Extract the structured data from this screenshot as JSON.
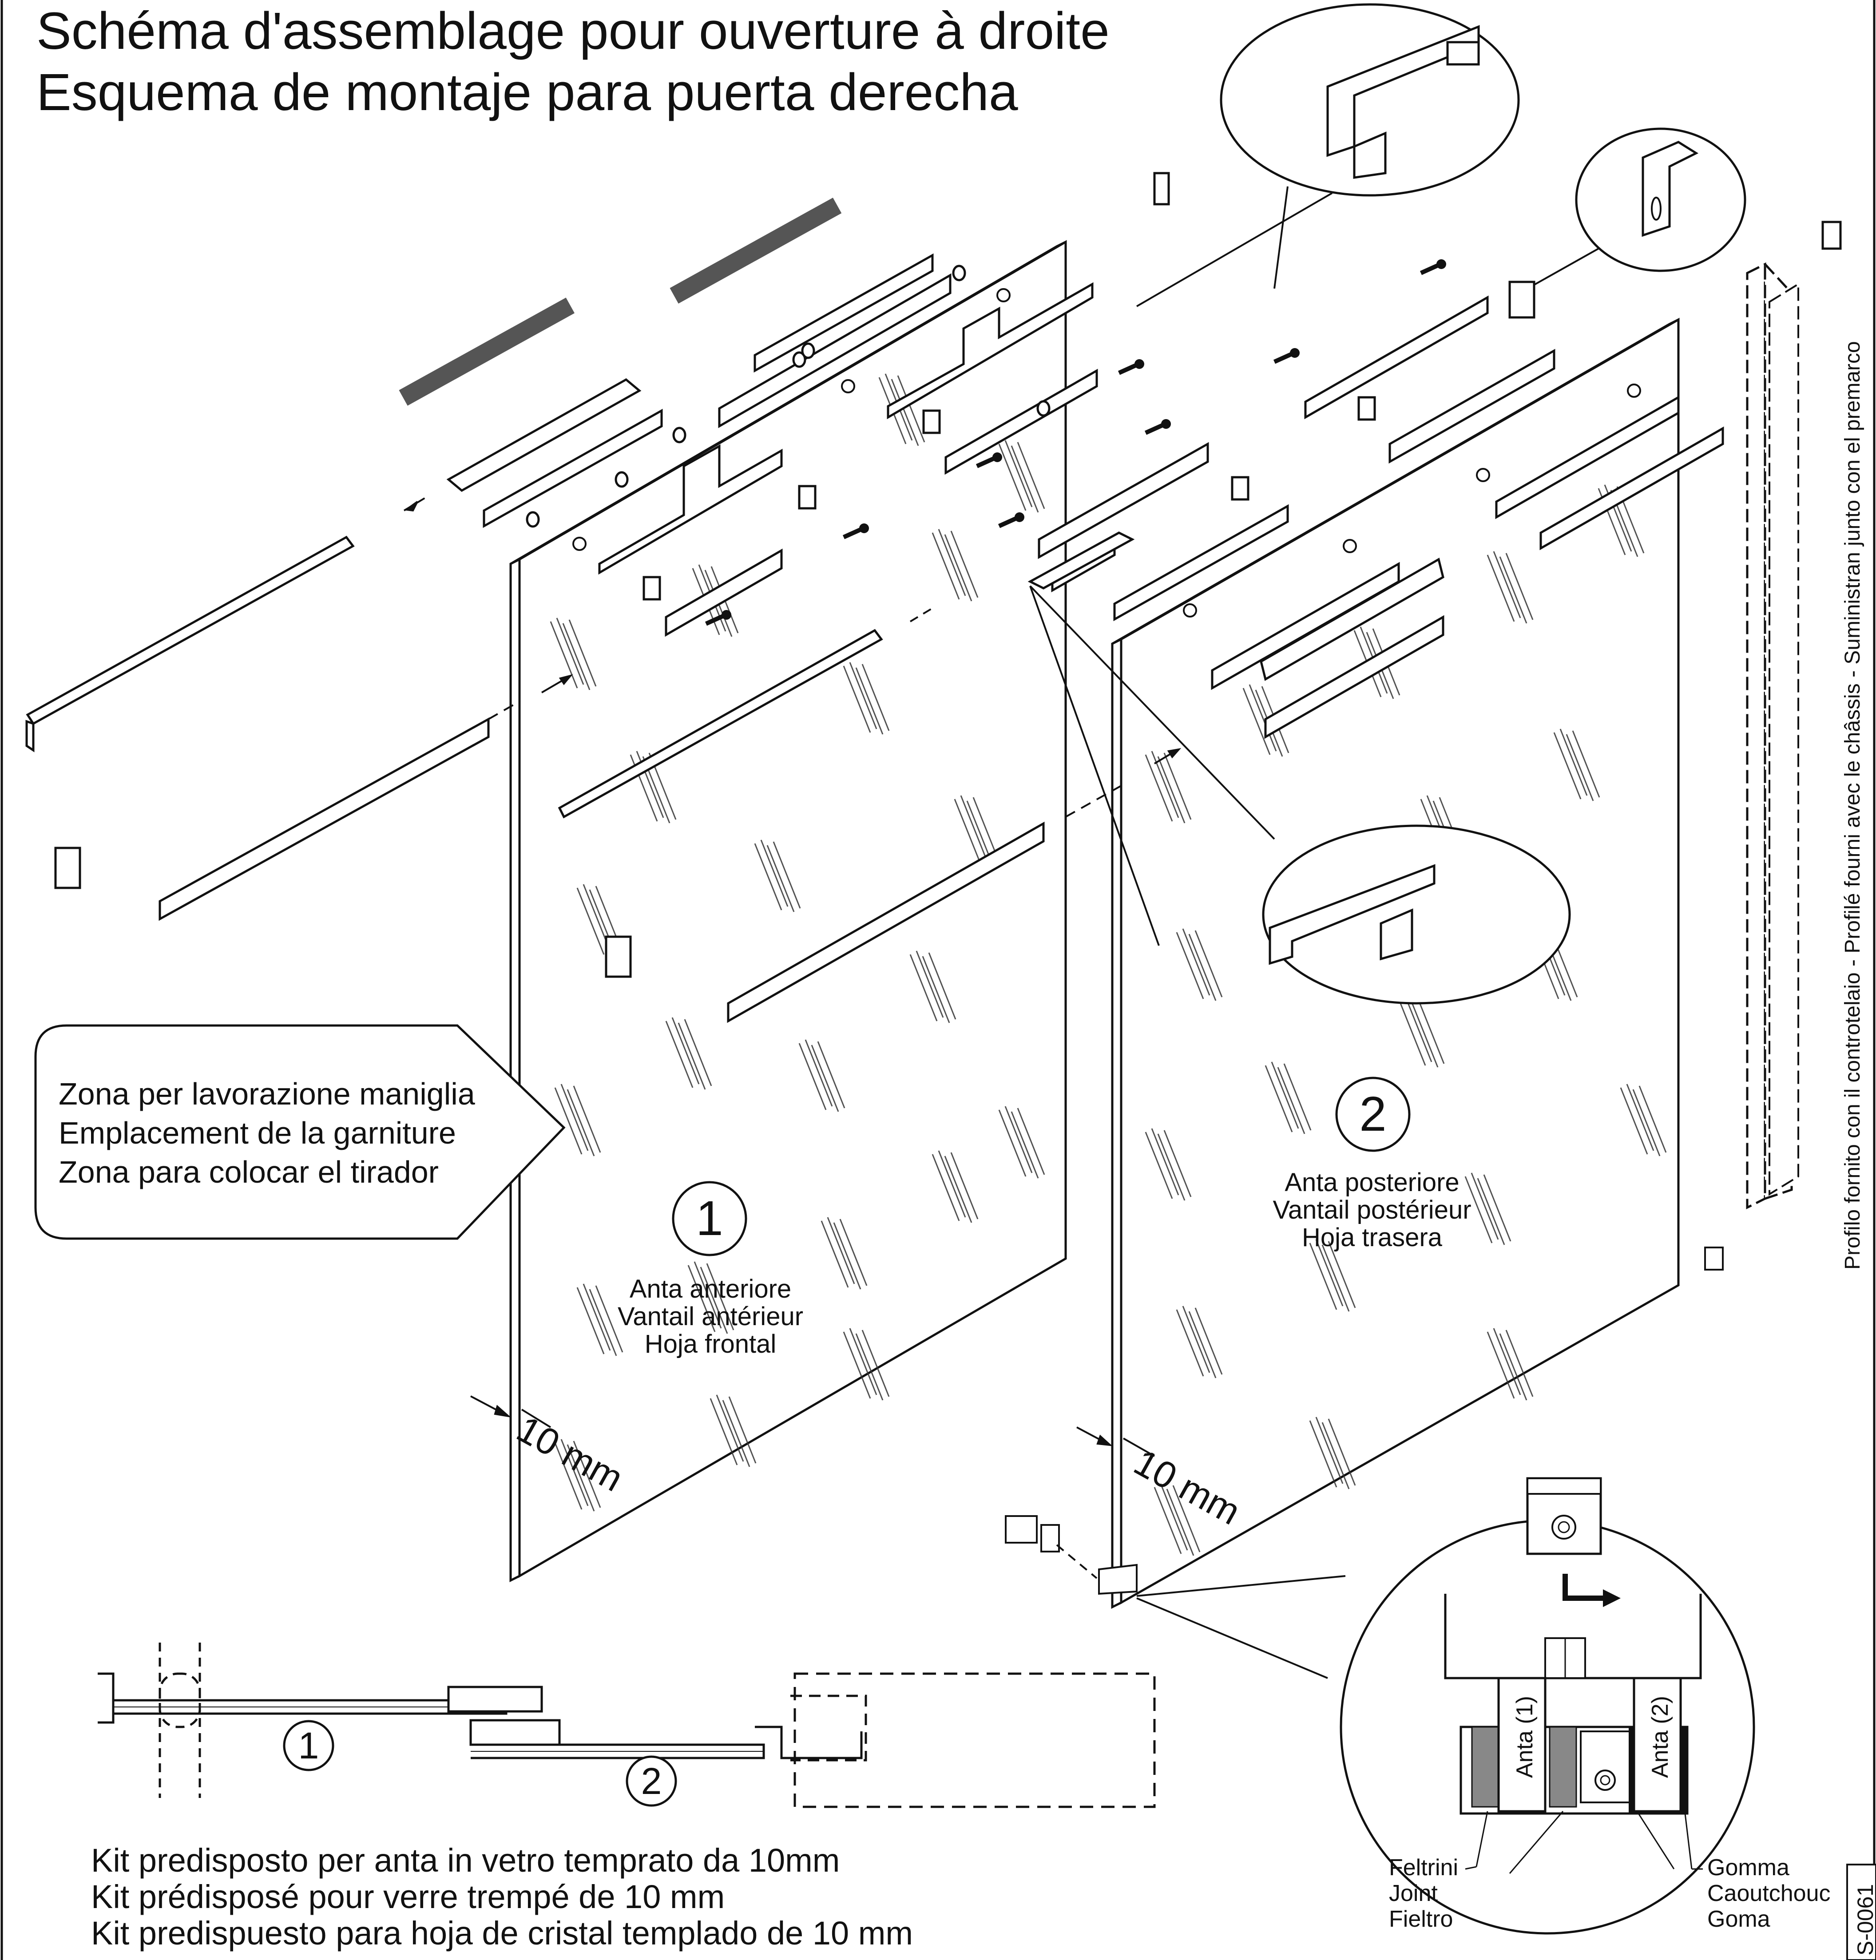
{
  "title": {
    "line_fr": "Schéma d'assemblage pour ouverture à droite",
    "line_es": "Esquema de montaje para puerta derecha"
  },
  "handle_zone": {
    "line_it": "Zona per lavorazione maniglia",
    "line_fr": "Emplacement de la garniture",
    "line_es": "Zona para colocar el tirador"
  },
  "panel_1": {
    "number": "1",
    "label_it": "Anta anteriore",
    "label_fr": "Vantail antérieur",
    "label_es": "Hoja frontal",
    "thickness": "10 mm"
  },
  "panel_2": {
    "number": "2",
    "label_it": "Anta posteriore",
    "label_fr": "Vantail postérieur",
    "label_es": "Hoja trasera",
    "thickness": "10 mm"
  },
  "profile_note": "Profilo fornito con il controtelaio - Profilé fourni avec le châssis - Suministran junto con el premarco",
  "kit": {
    "line_it": "Kit predisposto per anta in vetro temprato da 10mm",
    "line_fr": "Kit prédisposé pour verre trempé de 10 mm",
    "line_es": "Kit predispuesto para hoja de cristal templado de 10 mm"
  },
  "plan_view": {
    "num_1": "1",
    "num_2": "2"
  },
  "detail": {
    "slot_1": "Anta (1)",
    "slot_2": "Anta (2)",
    "felt_it": "Feltrini",
    "felt_fr": "Joint",
    "felt_es": "Fieltro",
    "rubber_it": "Gomma",
    "rubber_fr": "Caoutchouc",
    "rubber_es": "Goma"
  },
  "doc_code": "S-0061"
}
